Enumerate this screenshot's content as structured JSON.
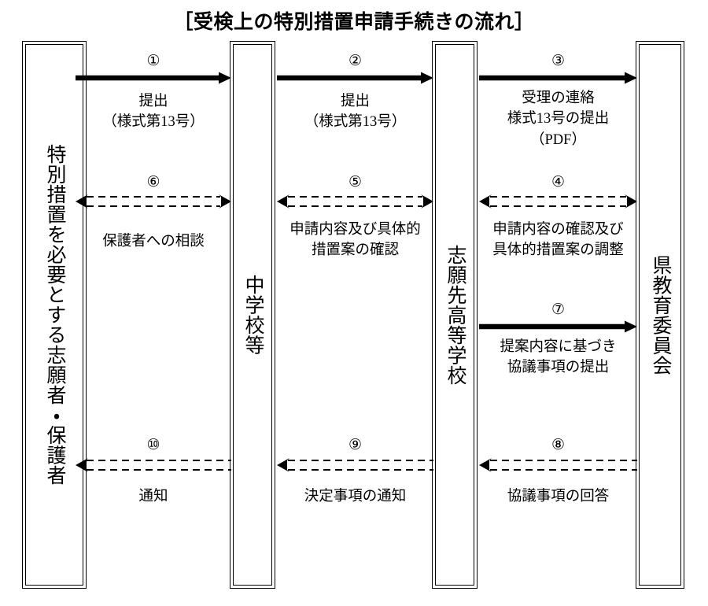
{
  "title": "［受検上の特別措置申請手続きの流れ］",
  "lanes": [
    {
      "id": "lane-applicant",
      "label": "特別措置を必要とする志願者・保護者"
    },
    {
      "id": "lane-junior-high",
      "label": "中学校等"
    },
    {
      "id": "lane-high-school",
      "label": "志願先高等学校"
    },
    {
      "id": "lane-board-of-education",
      "label": "県教育委員会"
    }
  ],
  "flows": [
    {
      "id": "flow-1",
      "number": "①",
      "label": "提出\n（様式第13号）",
      "style": "solid-thick",
      "direction": "right",
      "from": "lane-applicant",
      "to": "lane-junior-high"
    },
    {
      "id": "flow-2",
      "number": "②",
      "label": "提出\n（様式第13号）",
      "style": "solid-thick",
      "direction": "right",
      "from": "lane-junior-high",
      "to": "lane-high-school"
    },
    {
      "id": "flow-3",
      "number": "③",
      "label": "受理の連絡\n様式13号の提出\n（PDF）",
      "style": "solid-thick",
      "direction": "right",
      "from": "lane-high-school",
      "to": "lane-board-of-education"
    },
    {
      "id": "flow-6",
      "number": "⑥",
      "label": "保護者への相談",
      "style": "dashed-double",
      "direction": "both",
      "from": "lane-applicant",
      "to": "lane-junior-high"
    },
    {
      "id": "flow-5",
      "number": "⑤",
      "label": "申請内容及び具体的\n措置案の確認",
      "style": "dashed-double",
      "direction": "both",
      "from": "lane-junior-high",
      "to": "lane-high-school"
    },
    {
      "id": "flow-4",
      "number": "④",
      "label": "申請内容の確認及び\n具体的措置案の調整",
      "style": "dashed-double",
      "direction": "both",
      "from": "lane-high-school",
      "to": "lane-board-of-education"
    },
    {
      "id": "flow-7",
      "number": "⑦",
      "label": "提案内容に基づき\n協議事項の提出",
      "style": "solid-thick",
      "direction": "right",
      "from": "lane-high-school",
      "to": "lane-board-of-education"
    },
    {
      "id": "flow-10",
      "number": "⑩",
      "label": "通知",
      "style": "dashed-double",
      "direction": "left",
      "from": "lane-junior-high",
      "to": "lane-applicant"
    },
    {
      "id": "flow-9",
      "number": "⑨",
      "label": "決定事項の通知",
      "style": "dashed-double",
      "direction": "left",
      "from": "lane-high-school",
      "to": "lane-junior-high"
    },
    {
      "id": "flow-8",
      "number": "⑧",
      "label": "協議事項の回答",
      "style": "dashed-double",
      "direction": "left",
      "from": "lane-board-of-education",
      "to": "lane-high-school"
    }
  ],
  "colors": {
    "ink": "#000000",
    "background": "#ffffff"
  }
}
